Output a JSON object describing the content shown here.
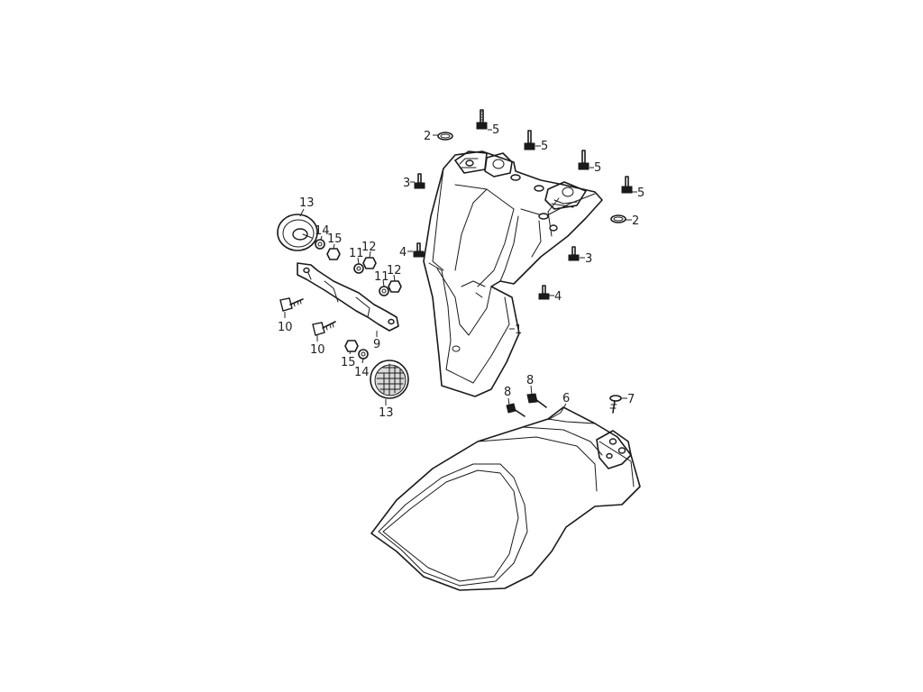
{
  "callouts": {
    "c1": "1",
    "c2a": "2",
    "c2b": "2",
    "c3a": "3",
    "c3b": "3",
    "c4a": "4",
    "c4b": "4",
    "c5a": "5",
    "c5b": "5",
    "c5c": "5",
    "c5d": "5",
    "c6": "6",
    "c7": "7",
    "c8a": "8",
    "c8b": "8",
    "c9": "9",
    "c10a": "10",
    "c10b": "10",
    "c11a": "11",
    "c11b": "11",
    "c12a": "12",
    "c12b": "12",
    "c13a": "13",
    "c13b": "13",
    "c14a": "14",
    "c14b": "14",
    "c15a": "15",
    "c15b": "15"
  },
  "colors": {
    "ink": "#1a1a1a",
    "background": "#ffffff"
  }
}
